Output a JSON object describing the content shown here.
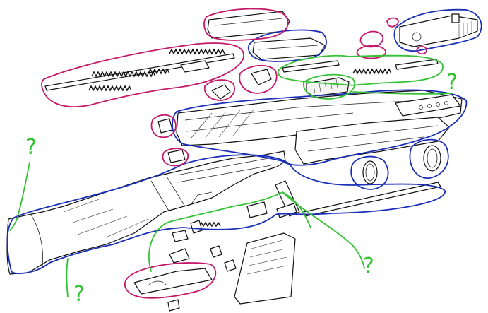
{
  "diagram": {
    "style": "exploded parts drawing with hand-drawn colored outlines",
    "colors": {
      "blue": "#1a2fb8",
      "magenta": "#c4186a",
      "green": "#33c233",
      "ink": "#111111"
    },
    "annotations": [
      {
        "id": "q1",
        "text": "?",
        "color": "green"
      },
      {
        "id": "q2",
        "text": "?",
        "color": "green"
      },
      {
        "id": "q3",
        "text": "?",
        "color": "green"
      },
      {
        "id": "q4",
        "text": "?",
        "color": "green"
      }
    ]
  }
}
